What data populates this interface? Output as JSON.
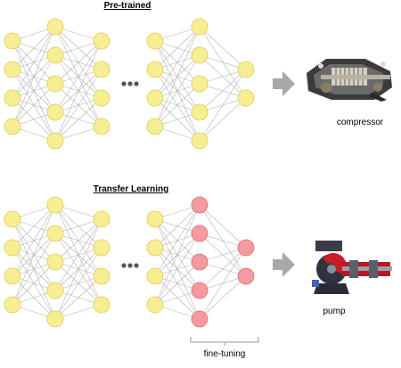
{
  "top_section": {
    "title": "Pre-trained",
    "output_label": "compressor",
    "icon": "compressor-image",
    "node_color": "#f7ee94",
    "node_border": "#dccb4e"
  },
  "bottom_section": {
    "title": "Transfer Learning",
    "output_label": "pump",
    "fine_tuning_label": "fine-tuning",
    "icon": "pump-image",
    "node_color": "#f7ee94",
    "finetune_node_color": "#f59a9e",
    "finetune_node_border": "#e06b72"
  },
  "ellipsis": "•••",
  "arrow_color": "#a9a9a9",
  "edge_color": "#b3b3b3"
}
